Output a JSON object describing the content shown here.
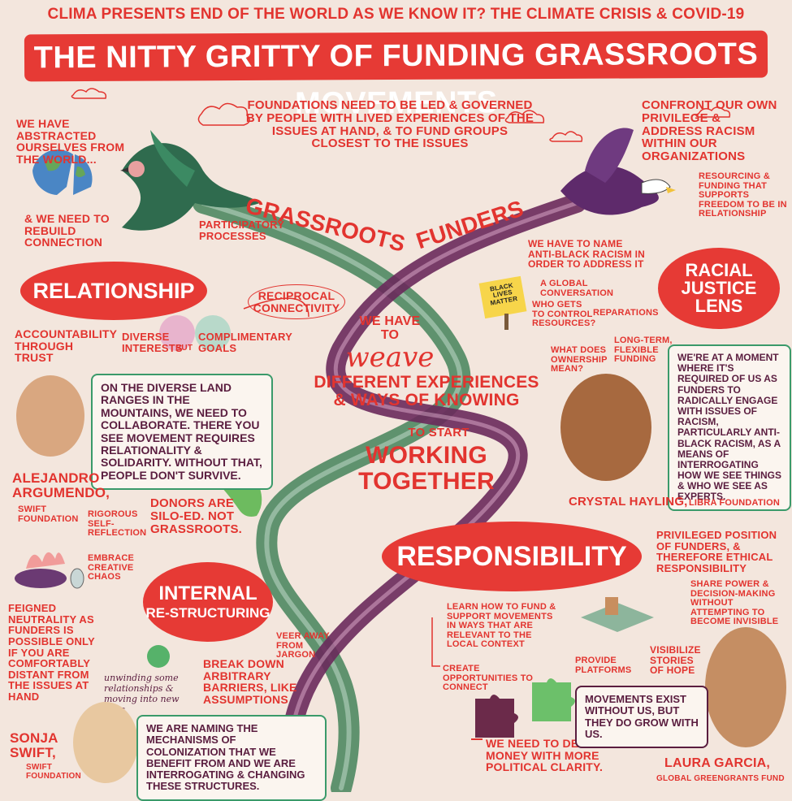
{
  "header": {
    "subtitle": "CLIMA presents END OF THE WORLD AS WE KNOW IT? THE CLIMATE CRISIS & COVID-19",
    "title": "THE NITTY GRITTY OF FUNDING GRASSROOTS MOVEMENTS"
  },
  "center": {
    "foundations": "FOUNDATIONS NEED TO BE LED & GOVERNED BY PEOPLE WITH LIVED EXPERIENCES OF THE ISSUES AT HAND, & TO FUND GROUPS CLOSEST TO THE ISSUES",
    "grassroots": "GRASSROOTS",
    "funders": "FUNDERS",
    "we_have_to": "WE HAVE TO",
    "weave": "weave",
    "different": "DIFFERENT EXPERIENCES & WAYS OF KNOWING",
    "to_start": "TO START",
    "working": "WORKING TOGETHER"
  },
  "relationship": {
    "title": "RELATIONSHIP",
    "abstracted": "WE HAVE ABSTRACTED OURSELVES FROM THE WORLD...",
    "rebuild": "& WE NEED TO REBUILD CONNECTION",
    "participatory": "PARTICIPATORY PROCESSES",
    "reciprocal": "RECIPROCAL CONNECTIVITY",
    "accountability": "ACCOUNTABILITY THROUGH TRUST",
    "diverse": "DIVERSE INTERESTS",
    "but": "BUT",
    "complimentary": "COMPLIMENTARY GOALS"
  },
  "alejandro": {
    "quote": "ON THE DIVERSE LAND RANGES IN THE MOUNTAINS, WE NEED TO COLLABORATE. THERE YOU SEE MOVEMENT REQUIRES RELATIONALITY & SOLIDARITY. WITHOUT THAT, PEOPLE DON'T SURVIVE.",
    "name": "ALEJANDRO ARGUMENDO,",
    "org": "SWIFT FOUNDATION"
  },
  "racial": {
    "title": "RACIAL JUSTICE LENS",
    "confront": "CONFRONT OUR OWN PRIVILEGE & ADDRESS RACISM WITHIN OUR ORGANIZATIONS",
    "resourcing": "RESOURCING & FUNDING THAT SUPPORTS FREEDOM TO BE IN RELATIONSHIP",
    "name_it": "WE HAVE TO NAME ANTI-BLACK RACISM IN ORDER TO ADDRESS IT",
    "global": "A GLOBAL CONVERSATION",
    "control": "WHO GETS TO CONTROL RESOURCES?",
    "reparations": "REPARATIONS",
    "ownership": "WHAT DOES OWNERSHIP MEAN?",
    "longterm": "LONG-TERM, FLEXIBLE FUNDING",
    "blm": "BLACK LIVES MATTER"
  },
  "crystal": {
    "quote": "WE'RE AT A MOMENT WHERE IT'S REQUIRED OF US AS FUNDERS TO RADICALLY ENGAGE WITH ISSUES OF RACISM, PARTICULARLY ANTI-BLACK RACISM, AS A MEANS OF INTERROGATING HOW WE SEE THINGS & WHO WE SEE AS EXPERTS.",
    "name": "CRYSTAL HAYLING,",
    "org": "LIBRA FOUNDATION"
  },
  "internal": {
    "title1": "INTERNAL",
    "title2": "RE-STRUCTURING",
    "donors": "DONORS ARE SILO-ED. NOT GRASSROOTS.",
    "rigorous": "RIGOROUS SELF-REFLECTION",
    "chaos": "EMBRACE CREATIVE CHAOS",
    "feigned": "FEIGNED NEUTRALITY AS FUNDERS IS POSSIBLE ONLY IF YOU ARE COMFORTABLY DISTANT FROM THE ISSUES AT HAND",
    "jargon": "VEER AWAY FROM JARGON",
    "barriers": "BREAK DOWN ARBITRARY BARRIERS, LIKE ASSUMPTIONS",
    "unwinding": "unwinding some relationships & moving into new ones"
  },
  "sonja": {
    "quote": "WE ARE NAMING THE MECHANISMS OF COLONIZATION THAT WE BENEFIT FROM AND WE ARE INTERROGATING & CHANGING THESE STRUCTURES.",
    "name": "SONJA SWIFT,",
    "org": "SWIFT FOUNDATION"
  },
  "responsibility": {
    "title": "RESPONSIBILITY",
    "privileged": "PRIVILEGED POSITION OF FUNDERS, & THEREFORE ETHICAL RESPONSIBILITY",
    "share": "SHARE POWER & DECISION-MAKING WITHOUT ATTEMPTING TO BECOME INVISIBLE",
    "learn": "LEARN HOW TO FUND & SUPPORT MOVEMENTS IN WAYS THAT ARE RELEVANT TO THE LOCAL CONTEXT",
    "platforms": "PROVIDE PLATFORMS",
    "visibilize": "VISIBILIZE STORIES OF HOPE",
    "opportunities": "CREATE OPPORTUNITIES TO CONNECT",
    "deliver": "WE NEED TO DELIVER MONEY WITH MORE POLITICAL CLARITY."
  },
  "laura": {
    "quote": "MOVEMENTS EXIST WITHOUT US, BUT THEY DO GROW WITH US.",
    "name": "LAURA GARCIA,",
    "org": "GLOBAL GREENGRANTS FUND"
  }
}
